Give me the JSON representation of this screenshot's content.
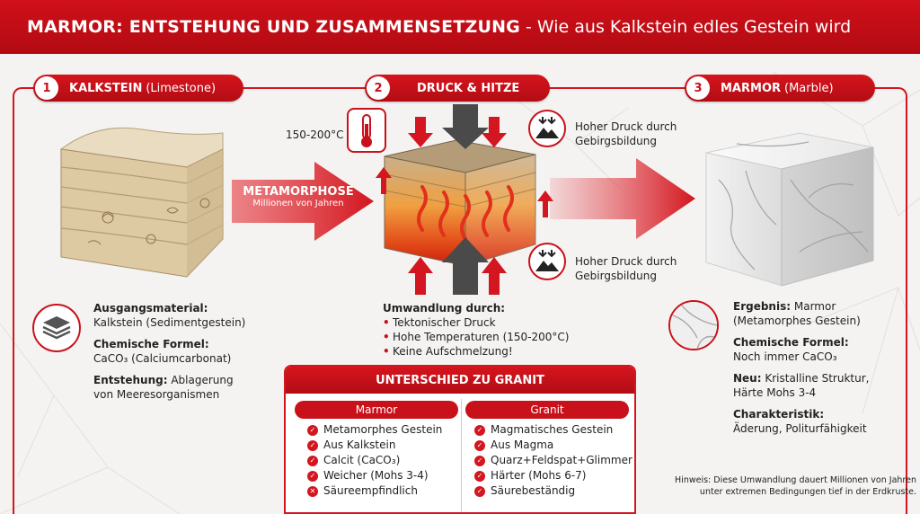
{
  "header": {
    "title_bold": "MARMOR: ENTSTEHUNG UND ZUSAMMENSETZUNG",
    "title_rest": "- Wie aus Kalkstein edles Gestein wird"
  },
  "steps": [
    {
      "num": "1",
      "label_bold": "KALKSTEIN",
      "label_rest": "(Limestone)"
    },
    {
      "num": "2",
      "label_bold": "DRUCK & HITZE",
      "label_rest": ""
    },
    {
      "num": "3",
      "label_bold": "MARMOR",
      "label_rest": "(Marble)"
    }
  ],
  "arrow1": {
    "title": "METAMORPHOSE",
    "subtitle": "Millionen von Jahren"
  },
  "pressure": {
    "temp": "150-200°C",
    "pressure_top_1": "Hoher Druck durch",
    "pressure_top_2": "Gebirgsbildung",
    "pressure_bot_1": "Hoher Druck durch",
    "pressure_bot_2": "Gebirgsbildung"
  },
  "kalkstein_info": {
    "origin_label": "Ausgangsmaterial:",
    "origin_value": "Kalkstein (Sedimentgestein)",
    "formula_label": "Chemische Formel:",
    "formula_value": "CaCO₃ (Calciumcarbonat)",
    "formation_label": "Entstehung:",
    "formation_value_1": "Ablagerung",
    "formation_value_2": "von Meeresorganismen"
  },
  "transform_info": {
    "label": "Umwandlung durch:",
    "items": [
      "Tektonischer Druck",
      "Hohe Temperaturen (150-200°C)",
      "Keine Aufschmelzung!"
    ]
  },
  "marmor_info": {
    "result_label": "Ergebnis:",
    "result_value_1": "Marmor",
    "result_value_2": "(Metamorphes Gestein)",
    "formula_label": "Chemische Formel:",
    "formula_value": "Noch immer CaCO₃",
    "new_label": "Neu:",
    "new_value_1": "Kristalline Struktur,",
    "new_value_2": "Härte Mohs 3-4",
    "char_label": "Charakteristik:",
    "char_value": "Äderung, Politurfähigkeit"
  },
  "comparison": {
    "title": "UNTERSCHIED ZU GRANIT",
    "col_left": "Marmor",
    "col_right": "Granit",
    "left_items": [
      {
        "text": "Metamorphes Gestein",
        "ok": true
      },
      {
        "text": "Aus Kalkstein",
        "ok": true
      },
      {
        "text": "Calcit (CaCO₃)",
        "ok": true
      },
      {
        "text": "Weicher (Mohs 3-4)",
        "ok": true
      },
      {
        "text": "Säureempfindlich",
        "ok": false
      }
    ],
    "right_items": [
      {
        "text": "Magmatisches Gestein",
        "ok": true
      },
      {
        "text": "Aus Magma",
        "ok": true
      },
      {
        "text": "Quarz+Feldspat+Glimmer",
        "ok": true
      },
      {
        "text": "Härter (Mohs 6-7)",
        "ok": true
      },
      {
        "text": "Säurebeständig",
        "ok": true
      }
    ]
  },
  "note": {
    "line1": "Hinweis: Diese Umwandlung dauert Millionen von Jahren",
    "line2": "unter extremen Bedingungen tief in der Erdkruste."
  },
  "colors": {
    "accent": "#c8111a",
    "background": "#f4f3f2"
  }
}
